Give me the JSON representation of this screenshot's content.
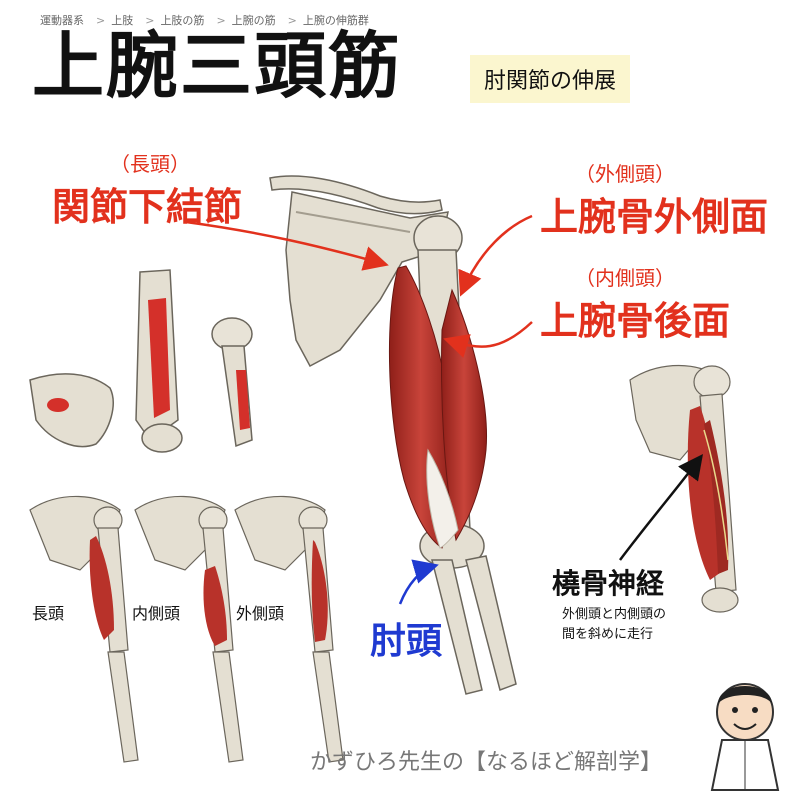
{
  "breadcrumb": [
    "運動器系",
    "上肢",
    "上肢の筋",
    "上腕の筋",
    "上腕の伸筋群"
  ],
  "breadcrumb_separator": ">",
  "title": "上腕三頭筋",
  "action_badge": "肘関節の伸展",
  "labels": {
    "long_head_paren": "（長頭）",
    "long_head_origin": "関節下結節",
    "lateral_head_paren": "（外側頭）",
    "lateral_head_origin": "上腕骨外側面",
    "medial_head_paren": "（内側頭）",
    "medial_head_origin": "上腕骨後面",
    "insertion": "肘頭",
    "radial_nerve": "橈骨神経",
    "radial_nerve_note_1": "外側頭と内側頭の",
    "radial_nerve_note_2": "間を斜めに走行"
  },
  "small_views": [
    "長頭",
    "内側頭",
    "外側頭"
  ],
  "footer": "かずひろ先生の【なるほど解剖学】",
  "colors": {
    "red_label": "#e2311d",
    "insertion_blue": "#1f3ad1",
    "muscle": "#b8322a",
    "bone": "#e4dfd2",
    "badge_bg": "#fbf6cf",
    "footer_gray": "#777777"
  }
}
